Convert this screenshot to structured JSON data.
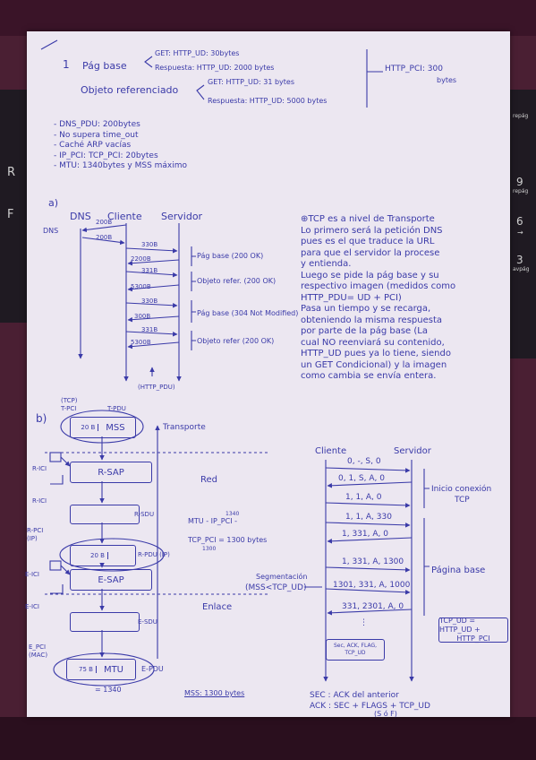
{
  "keyboard": {
    "left_keys": [
      "R",
      "F"
    ],
    "right_keys": [
      "repág",
      "9",
      "6",
      "3"
    ],
    "right_small": [
      "repág",
      "→",
      "avpág"
    ]
  },
  "part1": {
    "number": "1",
    "pag_base_label": "Pág base",
    "pag_base_get": "GET: HTTP_UD: 30bytes",
    "pag_base_resp": "Respuesta: HTTP_UD: 2000 bytes",
    "objeto_label": "Objeto referenciado",
    "objeto_get": "GET: HTTP_UD: 31 bytes",
    "objeto_resp": "Respuesta: HTTP_UD: 5000 bytes",
    "http_pci": "HTTP_PCI: 300",
    "http_pci_unit": "bytes"
  },
  "assumptions": [
    "- DNS_PDU: 200bytes",
    "- No supera time_out",
    "- Caché ARP vacías",
    "- IP_PCI: TCP_PCI: 20bytes",
    "- MTU: 1340bytes y MSS máximo"
  ],
  "part_a": {
    "label": "a)",
    "columns": [
      "DNS",
      "Cliente",
      "Servidor"
    ],
    "dns_side": "DNS",
    "msgs": [
      "200B",
      "200B",
      "330B",
      "2200B",
      "331B",
      "5300B",
      "330B",
      "300B",
      "331B",
      "5300B"
    ],
    "notes": [
      "Pág base (200 OK)",
      "Objeto refer. (200 OK)",
      "Pág base (304 Not Modified)",
      "Objeto refer (200 OK)"
    ],
    "http_pdu": "(HTTP_PDU)",
    "explanation": [
      "⊕TCP es a nivel de Transporte",
      "Lo primero será la petición DNS",
      "pues es el que traduce la URL",
      "para que el servidor la procese",
      "y entienda.",
      "Luego se pide la pág base y su",
      "respectivo imagen (medidos como",
      "HTTP_PDU= UD + PCI)",
      "Pasa un tiempo y se recarga,",
      "obteniendo la misma respuesta",
      "por parte de la pág base (La",
      "cual NO reenviará su contenido,",
      "HTTP_UD pues ya lo tiene, siendo",
      "un GET Condicional) y la imagen",
      "como cambia se envía entera."
    ]
  },
  "part_b": {
    "label": "b)",
    "top_left": [
      "(TCP)",
      "T-PCI",
      "T-PDU"
    ],
    "mss_box": "MSS",
    "mss_prefix": "20 B",
    "transporte": "Transporte",
    "rsap": "R-SAP",
    "rici": "R-ICI",
    "rici2": "R-ICI",
    "red": "Red",
    "rsdu": "R-SDU",
    "rpci": "R-PCI",
    "rpci_ip": "(IP)",
    "rpdu": "R-PDU (IP)",
    "mtu_calc_1": "MTU - IP_PCI -",
    "mtu_calc_top": "1340",
    "mtu_calc_2": "TCP_PCI = 1300 bytes",
    "mtu_calc_bot": "1300",
    "esap": "E-SAP",
    "eici": "E-ICI",
    "eici2": "E-ICI",
    "enlace": "Enlace",
    "esdu": "E-SDU",
    "epci": "E_PCI",
    "epci_mac": "(MAC)",
    "mtu_box": "MTU",
    "mtu_prefix": "75 B",
    "epdu": "E-PDU",
    "mtu_value": "= 1340",
    "mss_result": "MSS: 1300 bytes",
    "seg_label": "Segmentación",
    "seg_cond": "(MSS<TCP_UD)"
  },
  "tcp": {
    "columns": [
      "Cliente",
      "Servidor"
    ],
    "msgs": [
      "0, -, S, 0",
      "0, 1, S, A, 0",
      "1, 1, A, 0",
      "1, 1, A, 330",
      "1, 331, A, 0",
      "1, 331, A, 1300",
      "1301, 331, A, 1000",
      "331, 2301, A, 0",
      "Sec, ACK, FLAG, TCP_UD"
    ],
    "notes": [
      "Inicio conexión",
      "TCP",
      "Página base"
    ],
    "tcp_ud_box": [
      "TCP_UD = HTTP_UD +",
      "HTTP_PCI"
    ],
    "dots": "⋮",
    "legend": [
      "SEC : ACK del anterior",
      "ACK : SEC + FLAGS + TCP_UD",
      "(S ó F)"
    ]
  }
}
